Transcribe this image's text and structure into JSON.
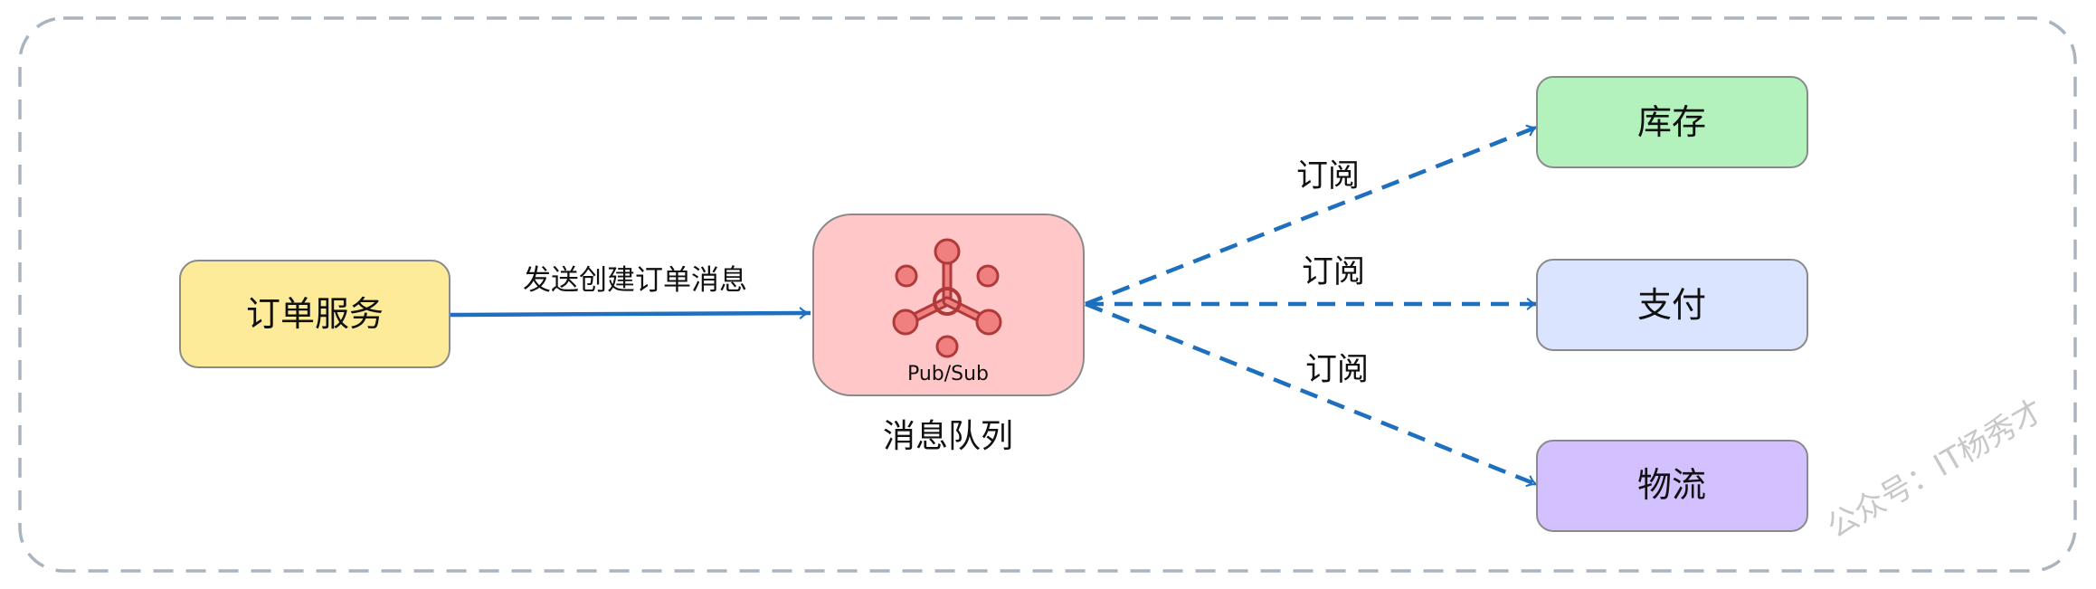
{
  "nodes": {
    "order_service": {
      "label": "订单服务",
      "fill": "#fdeb99",
      "stroke": "#8a8a8a"
    },
    "message_queue": {
      "label": "消息队列",
      "icon_label": "Pub/Sub",
      "fill": "#ffc7c7",
      "stroke": "#8a8a8a",
      "icon": "pub-sub-icon",
      "icon_color": "#e25b5b"
    },
    "inventory": {
      "label": "库存",
      "fill": "#b3f2bd",
      "stroke": "#8a8a8a"
    },
    "payment": {
      "label": "支付",
      "fill": "#dbe4ff",
      "stroke": "#8a8a8a"
    },
    "logistics": {
      "label": "物流",
      "fill": "#d3c1ff",
      "stroke": "#8a8a8a"
    }
  },
  "edges": {
    "send": {
      "label": "发送创建订单消息",
      "style": "solid"
    },
    "sub_inventory": {
      "label": "订阅",
      "style": "dashed"
    },
    "sub_payment": {
      "label": "订阅",
      "style": "dashed"
    },
    "sub_logistics": {
      "label": "订阅",
      "style": "dashed"
    }
  },
  "watermark": "公众号：IT杨秀才",
  "colors": {
    "arrow": "#1f6fbf",
    "frame": "#aab4be"
  }
}
